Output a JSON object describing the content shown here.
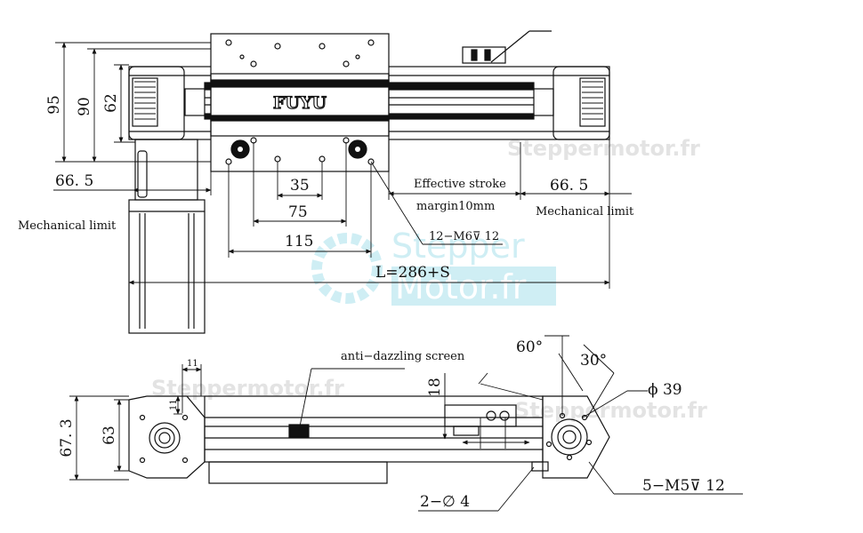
{
  "watermark": {
    "site": "Steppermotor.fr",
    "logo_line1": "Stepper",
    "logo_line2": "Motor.fr"
  },
  "top_view": {
    "brand": "FUYU",
    "dim_95": "95",
    "dim_90": "90",
    "dim_62": "62",
    "dim_left_66": "66. 5",
    "dim_right_66": "66. 5",
    "dim_35": "35",
    "dim_75": "75",
    "dim_115": "115",
    "length_label": "L=286+S",
    "thread_label": "12−M6⊽ 12",
    "effective_stroke": "Effective stroke",
    "margin": "margin10mm",
    "mech_limit_left": "Mechanical  limit",
    "mech_limit_right": "Mechanical  limit"
  },
  "side_view": {
    "anti_dazzle": "anti−dazzling  screen",
    "dim_11_h": "11",
    "dim_11_v": "11",
    "dim_18": "18",
    "dim_67": "67. 3",
    "dim_63": "63",
    "angle_60": "60°",
    "angle_30": "30°",
    "phi_39": "ϕ 39",
    "holes_m5": "5−M5⊽ 12",
    "holes_phi4": "2−∅ 4"
  },
  "colors": {
    "line": "#111111",
    "watermark_gray": "#e3e3e3",
    "watermark_cyan": "#cfeef4"
  }
}
